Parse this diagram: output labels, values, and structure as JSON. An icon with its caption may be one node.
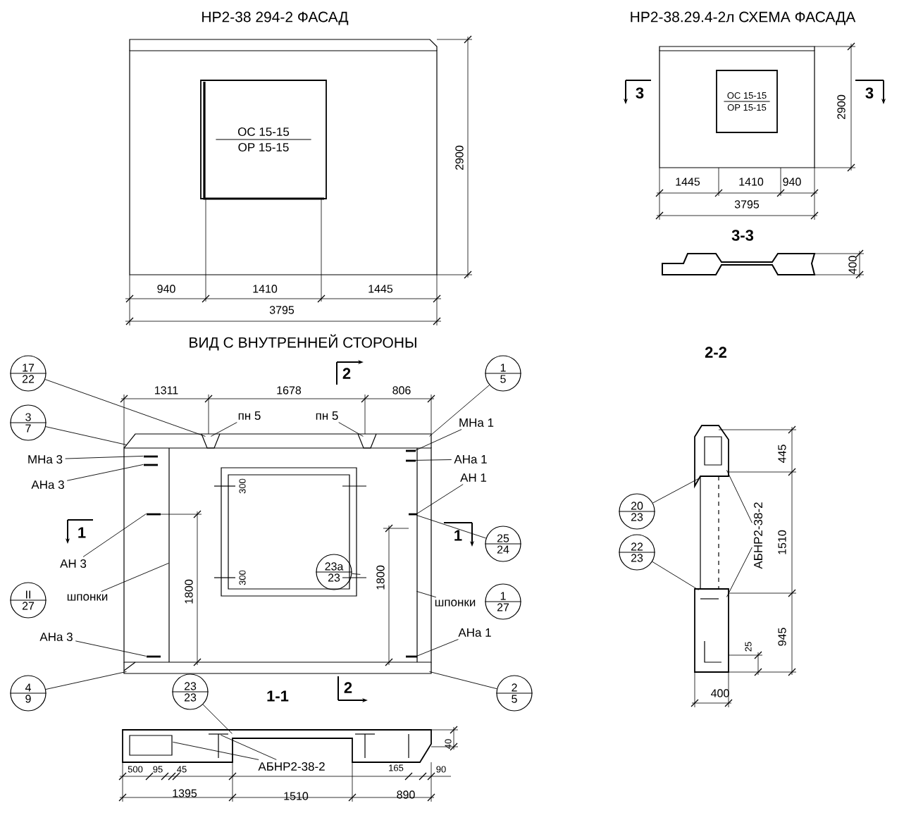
{
  "diagram": {
    "nodes": [
      {
        "text": [
          "ОС 15-15",
          "ОР 15-15"
        ]
      },
      {
        "text": [
          "ОС 15-15",
          "ОР 15-15"
        ]
      },
      {
        "text": [
          "17",
          "22"
        ]
      },
      {
        "text": [
          "3",
          "7"
        ]
      },
      {
        "text": [
          "пн 5"
        ]
      },
      {
        "text": [
          "пн 5"
        ]
      },
      {
        "text": [
          "1",
          "5"
        ]
      },
      {
        "text": [
          "МНа 3"
        ]
      },
      {
        "text": [
          "МНа 1"
        ]
      },
      {
        "text": [
          "АНа 3"
        ]
      },
      {
        "text": [
          "АНа 1"
        ]
      },
      {
        "text": [
          "АН 1"
        ]
      },
      {
        "text": [
          "АН 3"
        ]
      },
      {
        "text": [
          "25",
          "24"
        ]
      },
      {
        "text": [
          "23а",
          "23"
        ],
        "in": 28
      },
      {
        "text": [
          "II",
          "27"
        ]
      },
      {
        "text": [
          "шпонки"
        ]
      },
      {
        "text": [
          "шпонки"
        ]
      },
      {
        "text": [
          "1",
          "27"
        ]
      },
      {
        "text": [
          "АНа 3"
        ]
      },
      {
        "text": [
          "АНа 1"
        ]
      },
      {
        "text": [
          "4",
          "9"
        ]
      },
      {
        "text": [
          "2",
          "5"
        ]
      },
      {
        "text": [
          "23",
          "23"
        ]
      },
      {
        "text": [
          "АБНР2-38-2"
        ]
      },
      {
        "text": [
          "20",
          "23"
        ]
      },
      {
        "text": [
          "22",
          "23"
        ]
      },
      {
        "text": [
          "АБНР2-38-2"
        ]
      },
      {
        "text": [],
        "shape": "picture"
      },
      {
        "text": [],
        "shape": "picture"
      },
      {
        "text": [],
        "shape": "picture"
      }
    ],
    "edges": [
      {
        "from": 2,
        "to": 28,
        "arrow": "none"
      },
      {
        "from": 3,
        "to": 28,
        "arrow": "none"
      },
      {
        "from": 4,
        "to": 28,
        "arrow": "none"
      },
      {
        "from": 5,
        "to": 28,
        "arrow": "none"
      },
      {
        "from": 6,
        "to": 28,
        "arrow": "none"
      },
      {
        "from": 7,
        "to": 28,
        "arrow": "none"
      },
      {
        "from": 8,
        "to": 28,
        "arrow": "none"
      },
      {
        "from": 9,
        "to": 28,
        "arrow": "none"
      },
      {
        "from": 10,
        "to": 28,
        "arrow": "none"
      },
      {
        "from": 11,
        "to": 28,
        "arrow": "none"
      },
      {
        "from": 12,
        "to": 28,
        "arrow": "none"
      },
      {
        "from": 13,
        "to": 28,
        "arrow": "none"
      },
      {
        "from": 14,
        "to": 28,
        "arrow": "none"
      },
      {
        "from": 16,
        "to": 28,
        "arrow": "none"
      },
      {
        "from": 17,
        "to": 28,
        "arrow": "none"
      },
      {
        "from": 19,
        "to": 28,
        "arrow": "none"
      },
      {
        "from": 20,
        "to": 28,
        "arrow": "none"
      },
      {
        "from": 21,
        "to": 28,
        "arrow": "none"
      },
      {
        "from": 22,
        "to": 28,
        "arrow": "none"
      },
      {
        "from": 23,
        "to": 29,
        "arrow": "none"
      },
      {
        "from": 24,
        "to": 29,
        "arrow": "none"
      },
      {
        "from": 24,
        "to": 29,
        "arrow": "none"
      },
      {
        "from": 25,
        "to": 30,
        "arrow": "none"
      },
      {
        "from": 26,
        "to": 30,
        "arrow": "none"
      },
      {
        "from": 27,
        "to": 30,
        "arrow": "none"
      },
      {
        "from": 27,
        "to": 30,
        "arrow": "none"
      }
    ],
    "labels": [
      "НР2-38 294-2 ФАСАД",
      "2900",
      "940",
      "1410",
      "1445",
      "3795",
      "НР2-38.29.4-2л СХЕМА ФАСАДА",
      "3",
      "3",
      "2900",
      "1445",
      "1410",
      "940",
      "3795",
      "3-3",
      "400",
      "ВИД С ВНУТРЕННЕЙ СТОРОНЫ",
      "2-2",
      "2",
      "1311",
      "1678",
      "806",
      "300",
      "1",
      "1",
      "1800",
      "300",
      "1800",
      "445",
      "1510",
      "945",
      "25",
      "400",
      "1-1",
      "2",
      "40",
      "500",
      "95",
      "45",
      "165",
      "90",
      "1395",
      "1510",
      "890"
    ]
  }
}
